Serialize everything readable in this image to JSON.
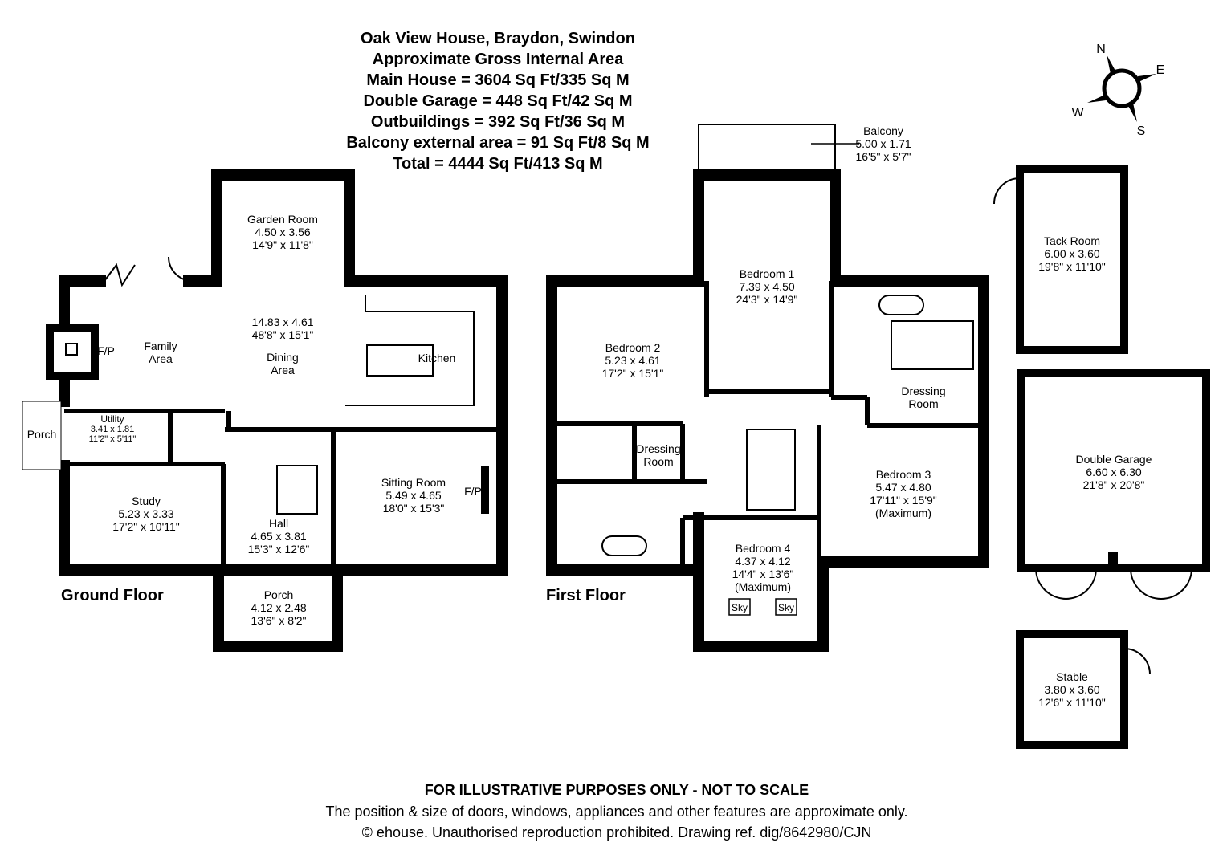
{
  "header": {
    "title": "Oak View House, Braydon, Swindon",
    "subtitle": "Approximate Gross Internal Area",
    "main_house": "Main House = 3604 Sq Ft/335 Sq M",
    "garage": "Double Garage = 448 Sq Ft/42 Sq M",
    "outbuildings": "Outbuildings = 392 Sq Ft/36 Sq M",
    "balcony": "Balcony external area = 91 Sq Ft/8 Sq M",
    "total": "Total = 4444 Sq Ft/413 Sq M"
  },
  "compass": {
    "n": "N",
    "e": "E",
    "s": "S",
    "w": "W"
  },
  "floors": {
    "ground": "Ground Floor",
    "first": "First Floor"
  },
  "rooms": {
    "garden_room": {
      "name": "Garden Room",
      "metric": "4.50 x 3.56",
      "imperial": "14'9\" x 11'8\""
    },
    "dining": {
      "metric": "14.83 x 4.61",
      "imperial": "48'8\" x 15'1\"",
      "name1": "Dining",
      "name2": "Area"
    },
    "family": {
      "name1": "Family",
      "name2": "Area"
    },
    "kitchen": {
      "name": "Kitchen"
    },
    "fp1": "F/P",
    "fp2": "F/P",
    "porch_side": {
      "name": "Porch"
    },
    "utility": {
      "name": "Utility",
      "metric": "3.41 x 1.81",
      "imperial": "11'2\" x 5'11\""
    },
    "study": {
      "name": "Study",
      "metric": "5.23 x 3.33",
      "imperial": "17'2\" x 10'11\""
    },
    "hall": {
      "name": "Hall",
      "metric": "4.65 x 3.81",
      "imperial": "15'3\" x 12'6\""
    },
    "sitting": {
      "name": "Sitting Room",
      "metric": "5.49 x 4.65",
      "imperial": "18'0\" x 15'3\""
    },
    "porch": {
      "name": "Porch",
      "metric": "4.12 x 2.48",
      "imperial": "13'6\" x 8'2\""
    },
    "balcony": {
      "name": "Balcony",
      "metric": "5.00 x 1.71",
      "imperial": "16'5\" x 5'7\""
    },
    "bedroom1": {
      "name": "Bedroom 1",
      "metric": "7.39 x 4.50",
      "imperial": "24'3\" x 14'9\""
    },
    "bedroom2": {
      "name": "Bedroom 2",
      "metric": "5.23 x 4.61",
      "imperial": "17'2\" x 15'1\""
    },
    "dressing1": {
      "name1": "Dressing",
      "name2": "Room"
    },
    "dressing2": {
      "name1": "Dressing",
      "name2": "Room"
    },
    "bedroom3": {
      "name": "Bedroom 3",
      "metric": "5.47 x 4.80",
      "imperial": "17'11\" x 15'9\"",
      "extra": "(Maximum)"
    },
    "bedroom4": {
      "name": "Bedroom 4",
      "metric": "4.37 x 4.12",
      "imperial": "14'4\" x 13'6\"",
      "extra": "(Maximum)"
    },
    "sky1": "Sky",
    "sky2": "Sky",
    "tack": {
      "name": "Tack Room",
      "metric": "6.00 x 3.60",
      "imperial": "19'8\" x 11'10\""
    },
    "garage": {
      "name": "Double Garage",
      "metric": "6.60 x 6.30",
      "imperial": "21'8\" x 20'8\""
    },
    "stable": {
      "name": "Stable",
      "metric": "3.80 x 3.60",
      "imperial": "12'6\" x 11'10\""
    }
  },
  "footer": {
    "line1": "FOR ILLUSTRATIVE PURPOSES ONLY - NOT TO SCALE",
    "line2": "The position & size of doors, windows, appliances and other features are approximate only.",
    "line3": "© ehouse. Unauthorised reproduction prohibited. Drawing ref. dig/8642980/CJN"
  }
}
